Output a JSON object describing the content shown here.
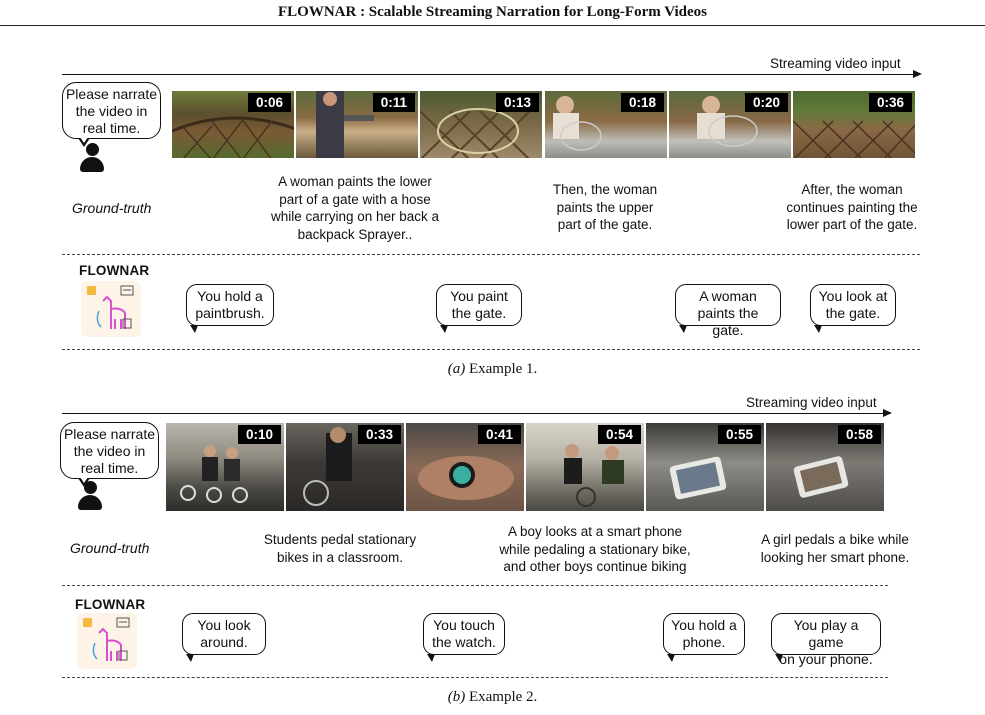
{
  "header": {
    "title": "FLOWNAR : Scalable Streaming Narration for Long-Form Videos"
  },
  "examples": [
    {
      "stream_label": "Streaming video input",
      "prompt": [
        "Please narrate",
        "the video in",
        "real time."
      ],
      "timestamps": [
        "0:06",
        "0:11",
        "0:13",
        "0:18",
        "0:20",
        "0:36"
      ],
      "ground_truth_label": "Ground-truth",
      "ground_truth": [
        [
          "A woman paints the lower",
          "part of a gate with a hose",
          "while carrying on her back a",
          "backpack Sprayer.."
        ],
        [
          "Then, the woman",
          "paints the upper",
          "part of the gate."
        ],
        [
          "After, the woman",
          "continues painting the",
          "lower part of the gate."
        ]
      ],
      "model_label": "FLOWNAR",
      "narrations": [
        [
          "You hold a",
          "paintbrush."
        ],
        [
          "You paint",
          "the gate."
        ],
        [
          "A woman",
          "paints the gate."
        ],
        [
          "You look at",
          "the gate."
        ]
      ],
      "caption_letter": "(a)",
      "caption_text": "Example 1."
    },
    {
      "stream_label": "Streaming video input",
      "prompt": [
        "Please narrate",
        "the video in",
        "real time."
      ],
      "timestamps": [
        "0:10",
        "0:33",
        "0:41",
        "0:54",
        "0:55",
        "0:58"
      ],
      "ground_truth_label": "Ground-truth",
      "ground_truth": [
        [
          "Students pedal stationary",
          "bikes in a classroom."
        ],
        [
          "A boy looks at a smart phone",
          "while pedaling a stationary bike,",
          "and other boys continue biking"
        ],
        [
          "A girl pedals a bike while",
          "looking her smart phone."
        ]
      ],
      "model_label": "FLOWNAR",
      "narrations": [
        [
          "You look",
          "around."
        ],
        [
          "You touch",
          "the watch."
        ],
        [
          "You hold a",
          "phone."
        ],
        [
          "You play a game",
          "on your phone."
        ]
      ],
      "caption_letter": "(b)",
      "caption_text": "Example 2."
    }
  ]
}
